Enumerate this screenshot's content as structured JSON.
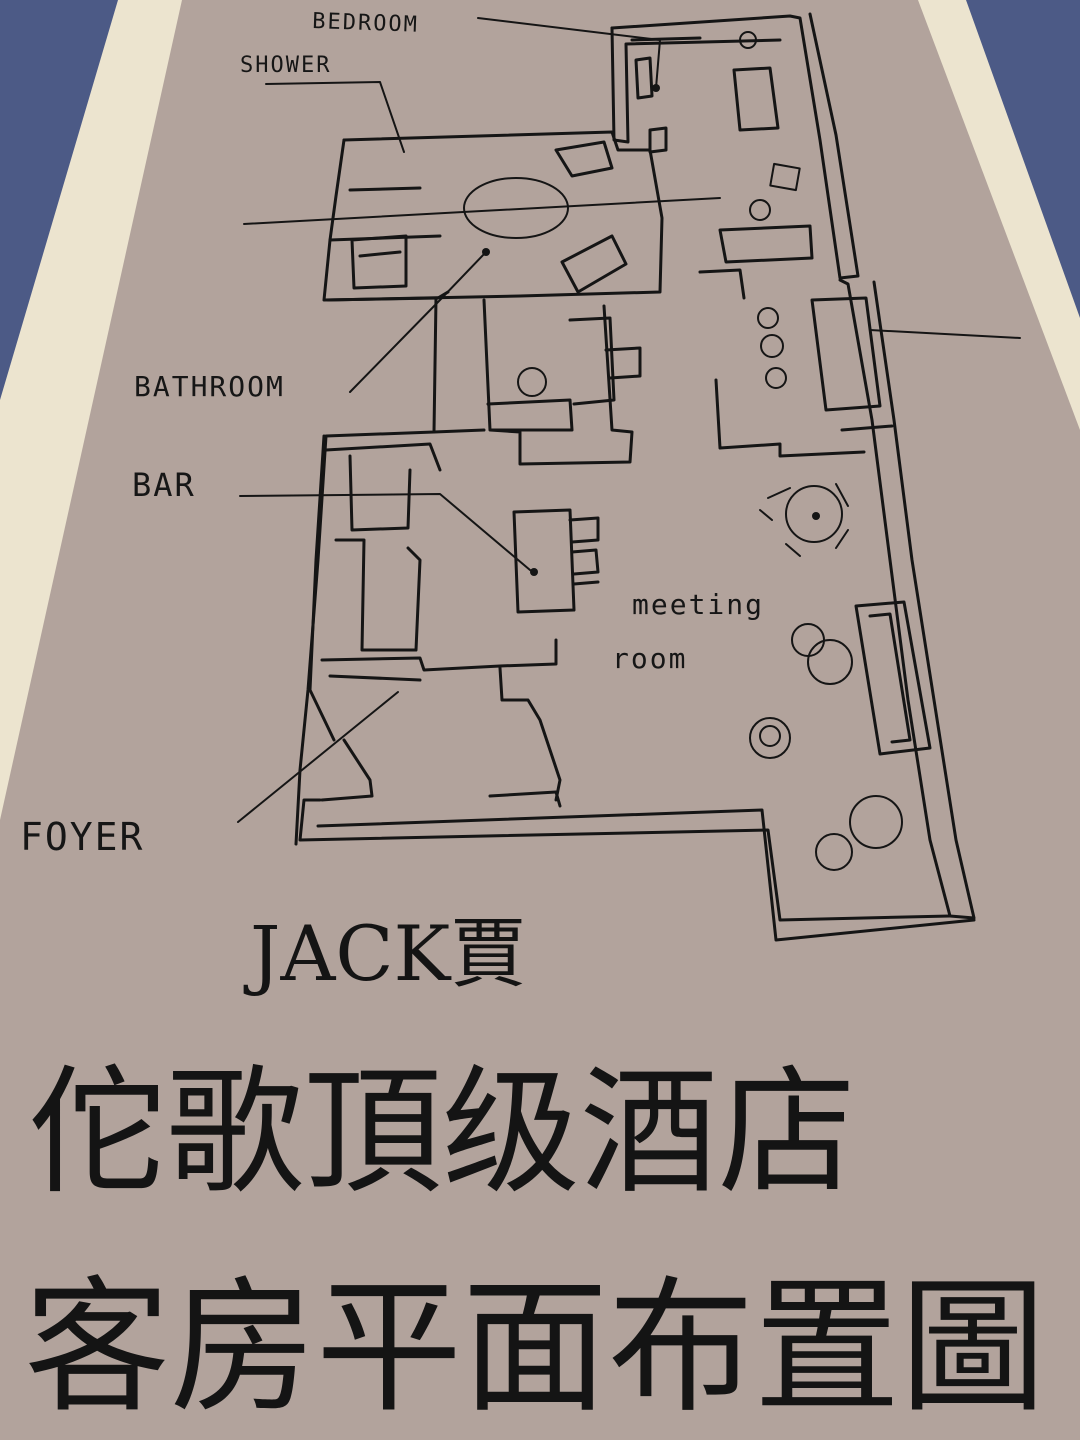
{
  "labels": {
    "bedroom": "BEDROOM",
    "shower": "SHOWER",
    "bathroom": "BATHROOM",
    "bar": "BAR",
    "meeting": "meeting",
    "room": "room",
    "foyer": "FOYER"
  },
  "signature": "JACK賈",
  "title_line1": "佗歌頂级酒店",
  "title_line2": "客房平面布置圖",
  "colors": {
    "background": "#4c5a86",
    "paper_border": "#ece4cf",
    "paper": "#b2a39c",
    "ink": "#151515"
  }
}
